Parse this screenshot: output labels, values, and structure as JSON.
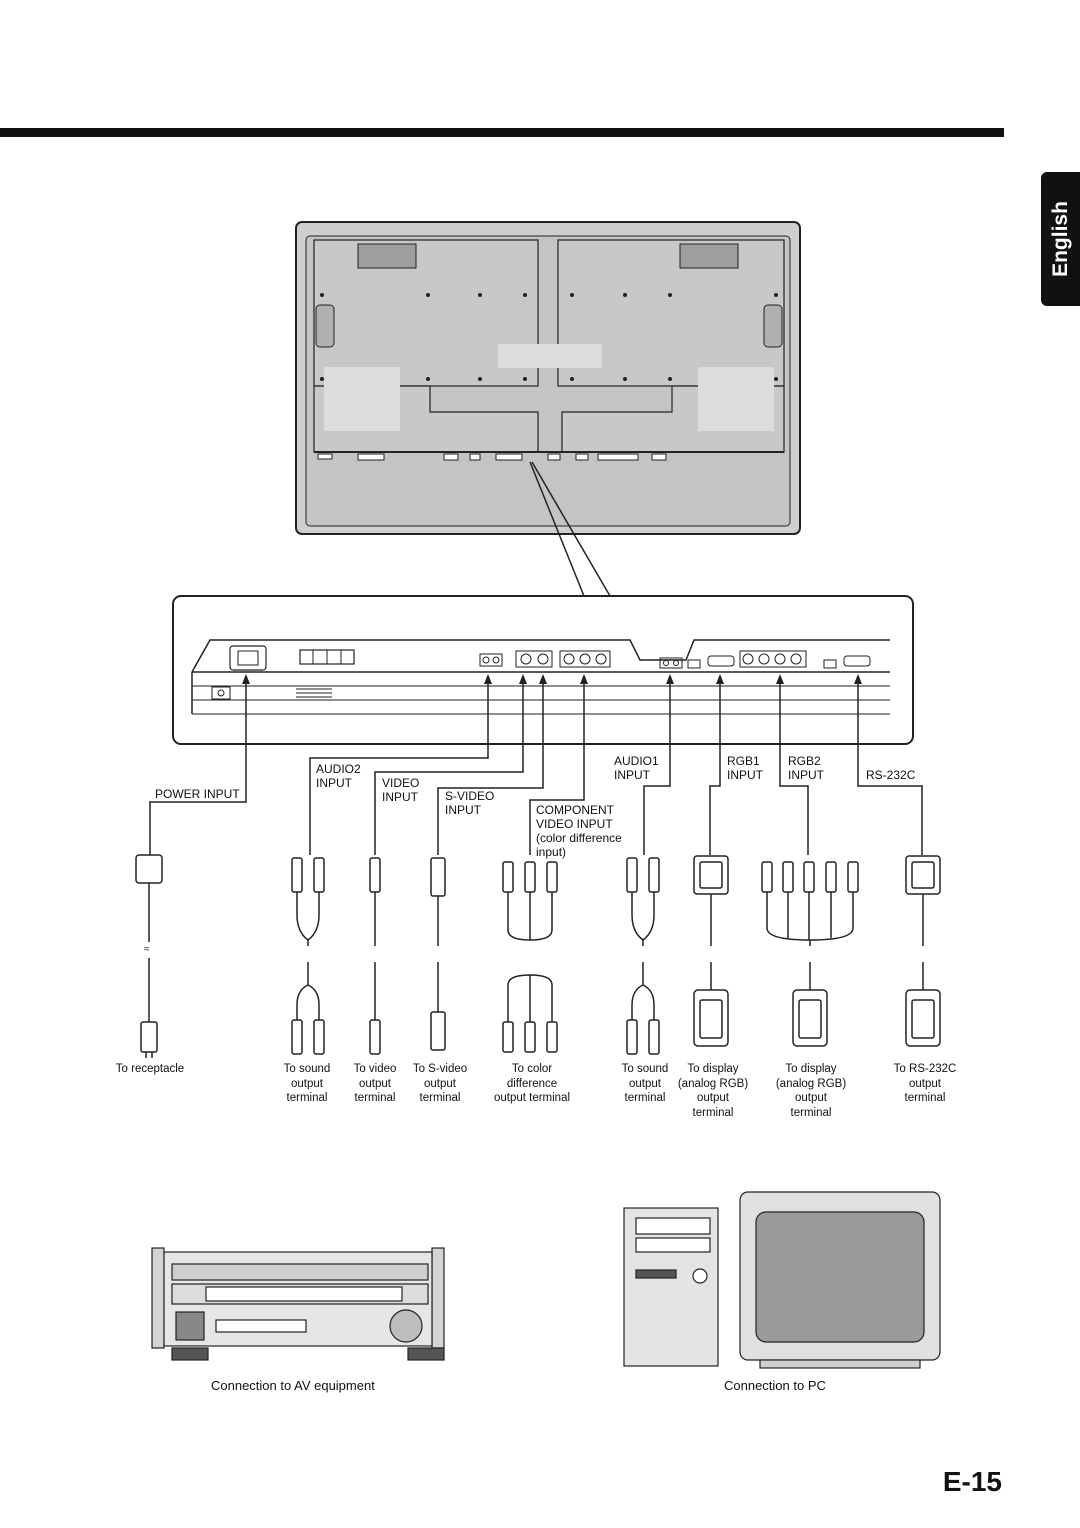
{
  "side_tab": {
    "label": "English"
  },
  "panel_labels": {
    "power_input": "POWER INPUT",
    "audio2_input": "AUDIO2\nINPUT",
    "video_input": "VIDEO\nINPUT",
    "svideo_input": "S-VIDEO\nINPUT",
    "component_input": "COMPONENT\nVIDEO INPUT\n(color difference\ninput)",
    "audio1_input": "AUDIO1\nINPUT",
    "rgb1_input": "RGB1\nINPUT",
    "rgb2_input": "RGB2\nINPUT",
    "rs232c": "RS-232C"
  },
  "cable_captions": [
    "To receptacle",
    "To sound\noutput\nterminal",
    "To video\noutput\nterminal",
    "To S-video\noutput\nterminal",
    "To color\ndifference\noutput terminal",
    "To sound\noutput\nterminal",
    "To display\n(analog RGB)\noutput\nterminal",
    "To display\n(analog RGB)\noutput\nterminal",
    "To RS-232C\noutput\nterminal"
  ],
  "equipment_captions": {
    "av": "Connection to AV equipment",
    "pc": "Connection to PC"
  },
  "page_number": "E-15"
}
